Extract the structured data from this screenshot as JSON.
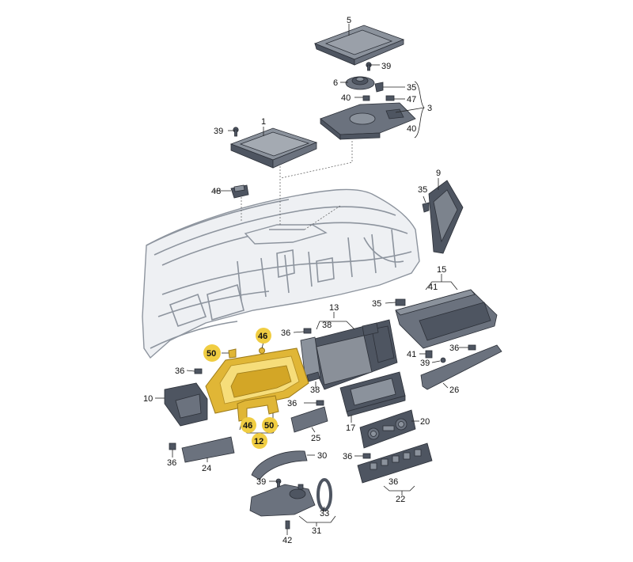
{
  "colors": {
    "highlight": "#f0cd42",
    "part_dark": "#4e5561",
    "outline": "#8d949e"
  },
  "labels": {
    "p5": "5",
    "p39a": "39",
    "p6": "6",
    "p35a": "35",
    "p40a": "40",
    "p47": "47",
    "p3": "3",
    "p40b": "40",
    "p39b": "39",
    "p1": "1",
    "p48": "48",
    "p9": "9",
    "p35b": "35",
    "p15": "15",
    "p41a": "41",
    "p35c": "35",
    "p13": "13",
    "p38a": "38",
    "p36a": "36",
    "p46a": "46",
    "p50a": "50",
    "p36b": "36",
    "p10": "10",
    "p41b": "41",
    "p39c": "39",
    "p36c": "36",
    "p26": "26",
    "p38b": "38",
    "p36d": "36",
    "p17": "17",
    "p20": "20",
    "p46b": "46",
    "p50b": "50",
    "p12": "12",
    "p25": "25",
    "p36e": "36",
    "p24": "24",
    "p30": "30",
    "p36f": "36",
    "p39d": "39",
    "p36g": "36",
    "p22": "22",
    "p33": "33",
    "p31": "31",
    "p42": "42"
  },
  "highlighted_parts": [
    "12",
    "46",
    "50"
  ]
}
